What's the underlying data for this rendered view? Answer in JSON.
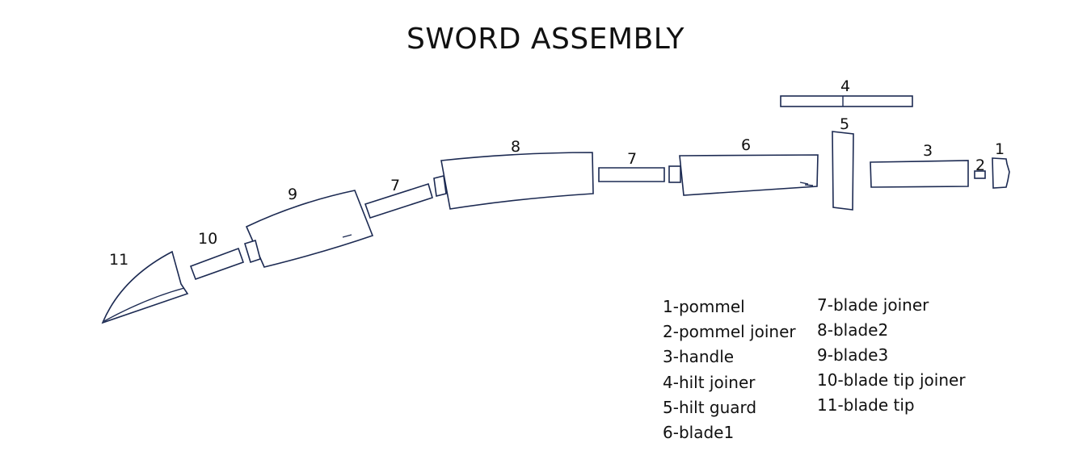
{
  "title": "SWORD ASSEMBLY",
  "part_labels": {
    "p1": "1",
    "p2": "2",
    "p3": "3",
    "p4": "4",
    "p5": "5",
    "p6": "6",
    "p7a": "7",
    "p7b": "7",
    "p8": "8",
    "p9": "9",
    "p10": "10",
    "p11": "11"
  },
  "legend": [
    "1-pommel",
    "2-pommel joiner",
    "3-handle",
    "4-hilt joiner",
    "5-hilt guard",
    "6-blade1",
    "7-blade joiner",
    "8-blade2",
    "9-blade3",
    "10-blade tip joiner",
    "11-blade tip"
  ],
  "colors": {
    "outline": "#1c2a52",
    "text": "#111111",
    "background": "#ffffff"
  }
}
